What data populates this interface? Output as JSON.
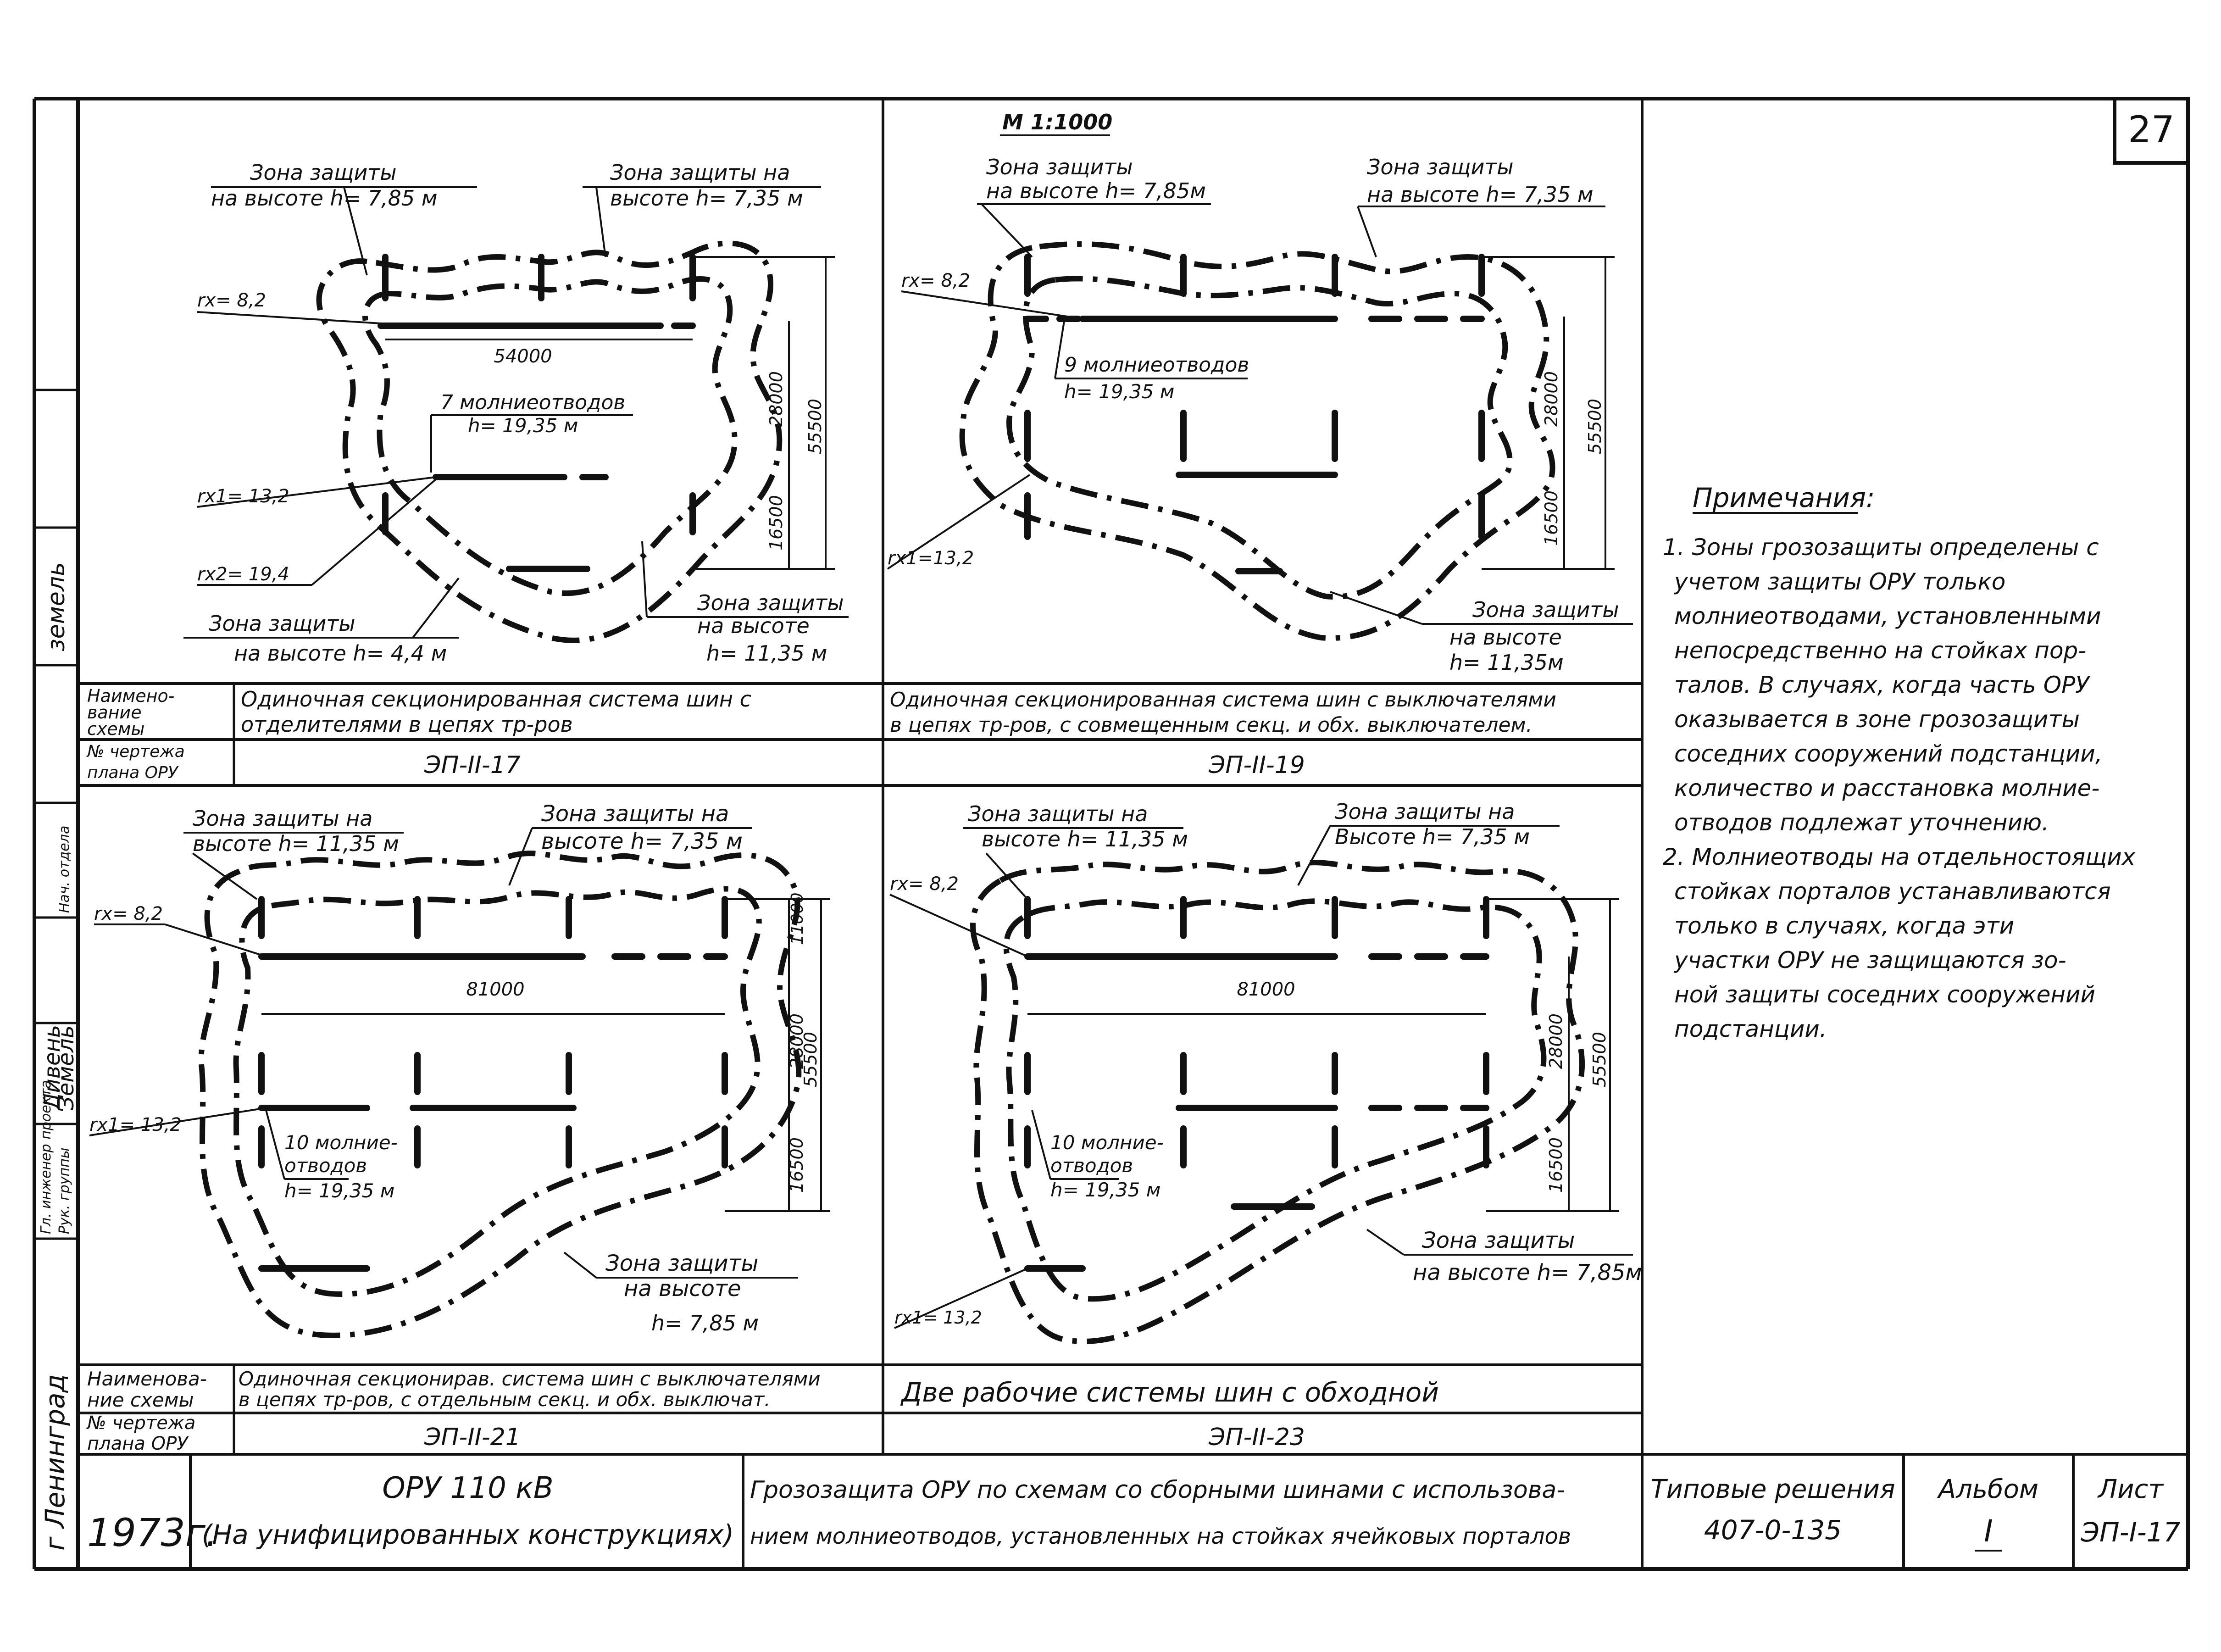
{
  "page_number": "27",
  "scale": "М 1:1000",
  "left_strip": {
    "rotated_labels": [
      "г Ленинград",
      "земель",
      "Дивень",
      "Земель",
      "Гл. инженер проекта",
      "Рук. группы",
      "Нач. отдела"
    ]
  },
  "diagrams": {
    "p17": {
      "zone_top_left": [
        "Зона защиты",
        "на высоте h= 7,85 м"
      ],
      "zone_top_right": [
        "Зона защиты на",
        "высоте h= 7,35 м"
      ],
      "rx": "rх= 8,2",
      "dim_width": "54000",
      "rods": [
        "7 молниеотводов",
        "h= 19,35 м"
      ],
      "dim_28000": "28000",
      "dim_55500": "55500",
      "dim_16500": "16500",
      "rx1": "rх1= 13,2",
      "rx2": "rх2= 19,4",
      "zone_bottom_left": [
        "Зона защиты",
        "на высоте h= 4,4 м"
      ],
      "zone_bottom_right": [
        "Зона защиты",
        "на высоте",
        "h= 11,35 м"
      ]
    },
    "p19": {
      "zone_top_left": [
        "Зона защиты",
        "на высоте h= 7,85м"
      ],
      "zone_top_right": [
        "Зона защиты",
        "на высоте h= 7,35 м"
      ],
      "rx": "rх= 8,2",
      "rods": [
        "9 молниеотводов",
        "h= 19,35 м"
      ],
      "dim_28000": "28000",
      "dim_55500": "55500",
      "dim_16500": "16500",
      "rx1": "rх1=13,2",
      "zone_bottom_right": [
        "Зона защиты",
        "на высоте",
        "h= 11,35м"
      ]
    },
    "p21": {
      "zone_top_left": [
        "Зона защиты на",
        "высоте h= 11,35 м"
      ],
      "zone_top_right": [
        "Зона защиты на",
        "высоте h= 7,35 м"
      ],
      "rx": "rх= 8,2",
      "dim_width": "81000",
      "dim_11000": "11000",
      "dim_28000": "28000",
      "dim_55500": "55500",
      "dim_16500": "16500",
      "rx1": "rх1= 13,2",
      "rods": [
        "10 молние-",
        "отводов",
        "h= 19,35 м"
      ],
      "zone_bottom": [
        "Зона защиты",
        "на высоте",
        "h= 7,85 м"
      ]
    },
    "p23": {
      "zone_top_left": [
        "Зона защиты на",
        "высоте h= 11,35 м"
      ],
      "zone_top_right": [
        "Зона защиты на",
        "Высоте h= 7,35 м"
      ],
      "rx": "rх= 8,2",
      "dim_width": "81000",
      "dim_28000": "28000",
      "dim_55500": "55500",
      "dim_16500": "16500",
      "rods": [
        "10 молние-",
        "отводов",
        "h= 19,35 м"
      ],
      "rx1": "rх1= 13,2",
      "zone_bottom_right": [
        "Зона защиты",
        "на высоте h= 7,85м"
      ]
    }
  },
  "mid_table": {
    "row1_label": [
      "Наимено-",
      "вание",
      "схемы"
    ],
    "row2_label": [
      "№ чертежа",
      "плана ОРУ"
    ],
    "p17_name": [
      "Одиночная секционированная система шин с",
      "отделителями в цепях тр-ров"
    ],
    "p17_code": "ЭП-II-17",
    "p19_name": [
      "Одиночная секционированная система шин с выключателями",
      "в цепях тр-ров, с совмещенным секц. и обх. выключателем."
    ],
    "p19_code": "ЭП-II-19"
  },
  "bottom_table": {
    "row1_label": [
      "Наименова-",
      "ние схемы"
    ],
    "row2_label": [
      "№ чертежа",
      "плана ОРУ"
    ],
    "p21_name": [
      "Одиночная секционирав. система шин с выключателями",
      "в цепях тр-ров, с отдельным секц. и обх. выключат."
    ],
    "p21_code": "ЭП-II-21",
    "p23_name": "Две рабочие системы шин с обходной",
    "p23_code": "ЭП-II-23"
  },
  "notes": {
    "heading": "Примечания:",
    "lines": [
      "1. Зоны грозозащиты определены с",
      "учетом защиты ОРУ только",
      "молниеотводами, установленными",
      "непосредственно на стойках пор-",
      "талов. В случаях, когда часть ОРУ",
      "оказывается в зоне грозозащиты",
      "соседних сооружений подстанции,",
      "количество и расстановка молние-",
      "отводов подлежат уточнению.",
      "2. Молниеотводы на отдельностоящих",
      "стойках порталов устанавливаются",
      "только в случаях, когда эти",
      "участки ОРУ не защищаются зо-",
      "ной защиты соседних сооружений",
      "подстанции."
    ]
  },
  "title_block": {
    "year": "1973г.",
    "object_title": "ОРУ 110 кВ",
    "object_subtitle": "(На унифицированных конструкциях)",
    "description": [
      "Грозозащита ОРУ по схемам со сборными шинами с использова-",
      "нием молниеотводов, установленных на стойках ячейковых порталов"
    ],
    "series_label": "Типовые решения",
    "series_value": "407-0-135",
    "album_label": "Альбом",
    "album_value": "I",
    "sheet_label": "Лист",
    "sheet_value": "ЭП-I-17"
  }
}
